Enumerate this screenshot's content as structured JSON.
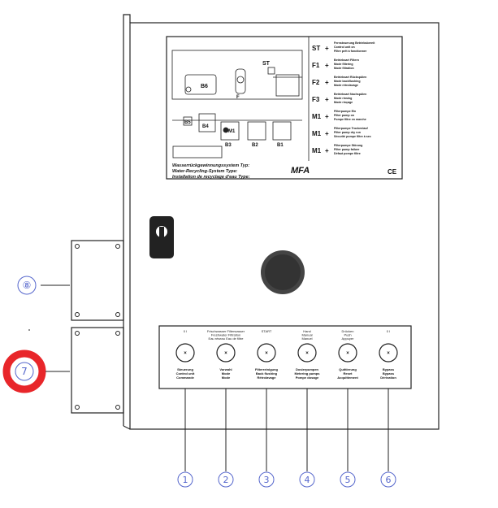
{
  "schematic": {
    "legend": [
      {
        "code": "ST",
        "lines": [
          "Fernsteuerung Betriebsbereit",
          "Control unit on",
          "Filtre prêt à fonctionner"
        ]
      },
      {
        "code": "F1",
        "lines": [
          "Betriebsart Filtern",
          "Mode filtering",
          "Mode filtration"
        ]
      },
      {
        "code": "F2",
        "lines": [
          "Betriebsart Rückspülen",
          "Mode backflushing",
          "Mode rétrolavage"
        ]
      },
      {
        "code": "F3",
        "lines": [
          "Betriebsart Nachspülen",
          "Mode rinsing",
          "Mode rinçage"
        ]
      },
      {
        "code": "M1",
        "lines": [
          "Filterpumpe Ein",
          "Filter pump on",
          "Pompe filtre en marche"
        ]
      },
      {
        "code": "M1",
        "lines": [
          "Filterpumpe Trockenlauf",
          "Filter pump dry run",
          "Sécurité pompe filtre à sec"
        ]
      },
      {
        "code": "M1",
        "lines": [
          "Filterpumpe Störung",
          "Filter pump failure",
          "Défaut pompe filtre"
        ]
      }
    ],
    "plus": "+",
    "tanks": {
      "b6": "B6",
      "b5": "B5",
      "b4": "B4",
      "m1": "M1",
      "b3": "B3",
      "b2": "B2",
      "b1": "B1",
      "f": "F",
      "st": "ST"
    },
    "type_lines": [
      "Wasserrückgewinnungssystem Typ:",
      "Water-Recycling-System Type:",
      "Installation de recyclage d'eau Type:"
    ],
    "model": "MFA",
    "ce": "CE"
  },
  "controls": [
    {
      "top": "0          I",
      "label": [
        "Steuerung",
        "Control unit",
        "Commande"
      ]
    },
    {
      "top": "Frischwasser  Filterwasser\nFreshwater   Filtration\nEau réseau    Eau de filtre",
      "label": [
        "Vorwahl",
        "Mode",
        "Mode"
      ]
    },
    {
      "top": "START",
      "label": [
        "Filterreinigung",
        "Back flushing",
        "Rétrolavage"
      ]
    },
    {
      "top": "Hand\nManual\nManuel",
      "label": [
        "Dosierpumpen",
        "Metering pumps",
        "Pompe dosage"
      ]
    },
    {
      "top": "Drücken\nPush\nAppuyer",
      "label": [
        "Quittierung",
        "Reset",
        "Acquittement"
      ]
    },
    {
      "top": "0          I",
      "label": [
        "Bypass",
        "Bypass",
        "Dérivation"
      ]
    }
  ],
  "callouts": [
    "①",
    "②",
    "③",
    "④",
    "⑤",
    "⑥",
    "⑦",
    "⑧"
  ],
  "colors": {
    "highlight": "#e8262a",
    "callout": "#5566cc"
  }
}
